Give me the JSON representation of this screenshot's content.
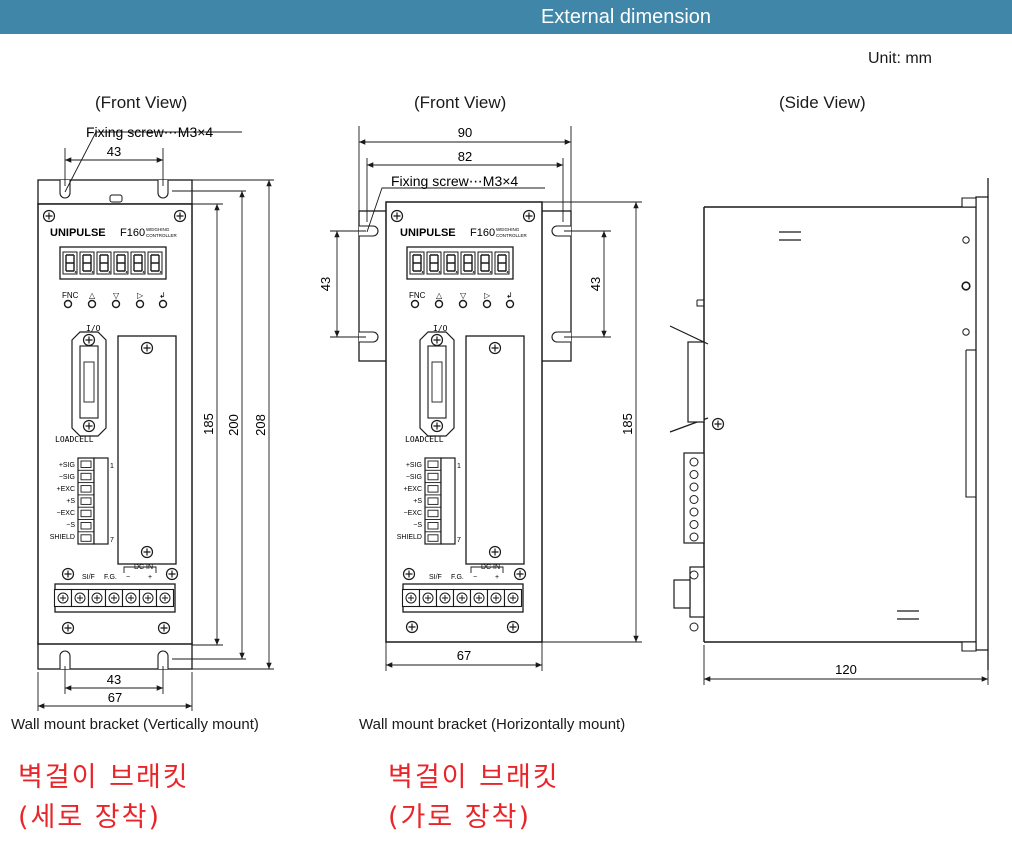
{
  "header": {
    "title": "External dimension"
  },
  "unit_label": "Unit: mm",
  "views": {
    "front_vertical": {
      "title": "(Front View)",
      "screw_note": "Fixing screw⋯M3×4",
      "dims": {
        "top_hole_pitch": "43",
        "inner_height": "185",
        "mid_height": "200",
        "outer_height": "208",
        "bottom_hole_pitch": "43",
        "total_width": "67"
      },
      "caption": "Wall mount bracket (Vertically mount)",
      "caption_kr": [
        "벽걸이 브래킷",
        "(세로 장착)"
      ]
    },
    "front_horizontal": {
      "title": "(Front View)",
      "screw_note": "Fixing screw⋯M3×4",
      "dims": {
        "bracket_width": "90",
        "hole_pitch": "82",
        "left_hole_pitch": "43",
        "right_hole_pitch": "43",
        "body_height": "185",
        "body_width": "67"
      },
      "caption": "Wall mount bracket (Horizontally mount)",
      "caption_kr": [
        "벽걸이 브래킷",
        "(가로 장착)"
      ]
    },
    "side": {
      "title": "(Side View)",
      "dims": {
        "depth": "120"
      }
    }
  },
  "device": {
    "brand": "UNIPULSE",
    "model": "F160",
    "model_sub_1": "WEIGHING",
    "model_sub_2": "CONTROLLER",
    "display_digits": "8.8.8.8.8.8",
    "keys": [
      "FNC",
      "△",
      "▽",
      "▷",
      "↲"
    ],
    "io_label": "I/O",
    "loadcell_label": "LOADCELL",
    "terminals": [
      "+SIG",
      "−SIG",
      "+EXC",
      "+S",
      "−EXC",
      "−S",
      "SHIELD"
    ],
    "terminal_first": "1",
    "terminal_last": "7",
    "bottom_labels": [
      "SI/F",
      "F.G.",
      "−",
      "+"
    ],
    "dcin_label": "DC IN"
  }
}
